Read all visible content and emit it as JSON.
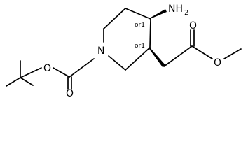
{
  "molecule": {
    "atoms": {
      "nitrogen_ring": "N",
      "amino_group": "NH",
      "amino_subscript": "2",
      "carbonyl_o_boc": "O",
      "ester_o_boc": "O",
      "carbonyl_o_ester": "O",
      "ester_o_methyl": "O"
    },
    "stereo": {
      "c4": "or1",
      "c3": "or1"
    },
    "colors": {
      "bond": "#000000",
      "background": "#ffffff"
    }
  }
}
